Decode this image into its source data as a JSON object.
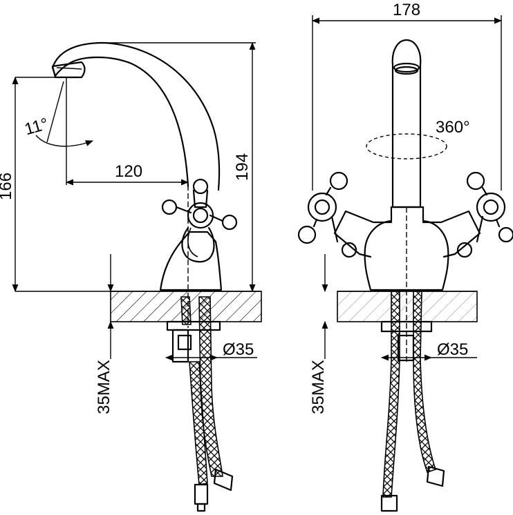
{
  "dimensions": {
    "left_height_total": "166",
    "left_height_spout": "194",
    "reach": "120",
    "spout_angle": "11°",
    "hole_diameter_left": "Ø35",
    "deck_thickness_left": "35MAX",
    "width": "178",
    "rotation": "360°",
    "hole_diameter_right": "Ø35",
    "deck_thickness_right": "35MAX"
  }
}
